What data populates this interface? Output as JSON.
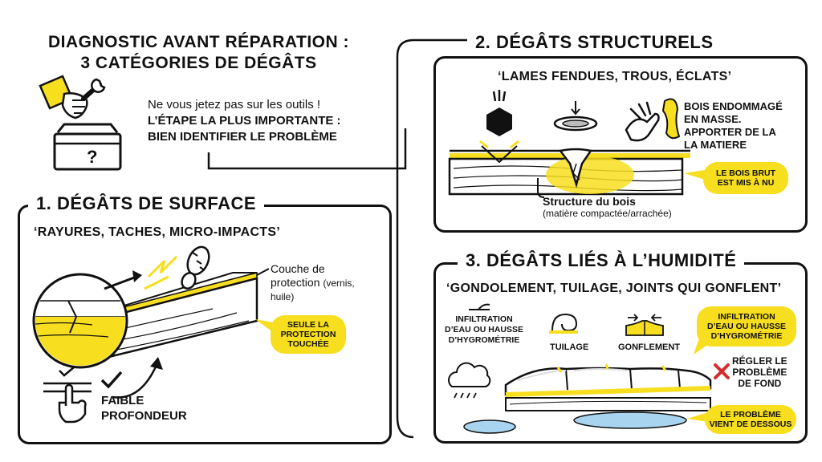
{
  "title": {
    "line1": "DIAGNOSTIC AVANT RÉPARATION :",
    "line2": "3 CATÉGORIES DE DÉGÂTS"
  },
  "intro": {
    "line1": "Ne vous jetez pas sur les outils !",
    "line2": "L’ÉTAPE LA PLUS IMPORTANTE :",
    "line3": "BIEN IDENTIFIER LE PROBLÈME",
    "toolbox_mark": "?"
  },
  "surface": {
    "heading": "1. DÉGÂTS DE SURFACE",
    "subtitle": "‘RAYURES, TACHES, MICRO-IMPACTS’",
    "layer_label1": "Couche de",
    "layer_label2a": "protection",
    "layer_label2b": "(vernis,",
    "layer_label3": "huile)",
    "bubble": [
      "SEULE LA",
      "PROTECTION",
      "TOUCHÉE"
    ],
    "depth1": "FAIBLE",
    "depth2": "PROFONDEUR"
  },
  "structural": {
    "heading": "2. DÉGÂTS STRUCTURELS",
    "subtitle": "‘LAMES FENDUES, TROUS, ÉCLATS’",
    "note": [
      "BOIS ENDOMMAGÉ",
      "EN MASSE.",
      "APPORTER DE LA",
      "LA MATIERE"
    ],
    "bubble": [
      "LE BOIS BRUT",
      "EST MIS À NU"
    ],
    "wood_label": "Structure du bois",
    "wood_sub": "(matière compactée/arrachée)"
  },
  "humidity": {
    "heading": "3. DÉGÂTS LIÉS À L’HUMIDITÉ",
    "subtitle": "‘GONDOLEMENT, TUILAGE, JOINTS QUI GONFLENT’",
    "infiltration": [
      "INFILTRATION",
      "D’EAU OU HAUSSE",
      "D’HYGROMÉTRIE"
    ],
    "tuilage": "TUILAGE",
    "gonflement": "GONFLEMENT",
    "bubble_top": [
      "INFILTRATION",
      "D’EAU OU HAUSSE",
      "D’HYGROMÉTRIE"
    ],
    "fix": [
      "RÉGLER LE",
      "PROBLÈME",
      "DE FOND"
    ],
    "bubble_bottom": [
      "LE PROBLÈME",
      "VIENT DE DESSOUS"
    ]
  },
  "colors": {
    "accent": "#f7de1f",
    "ink": "#111111",
    "error": "#d42b2b",
    "water": "#a8d4ef"
  }
}
